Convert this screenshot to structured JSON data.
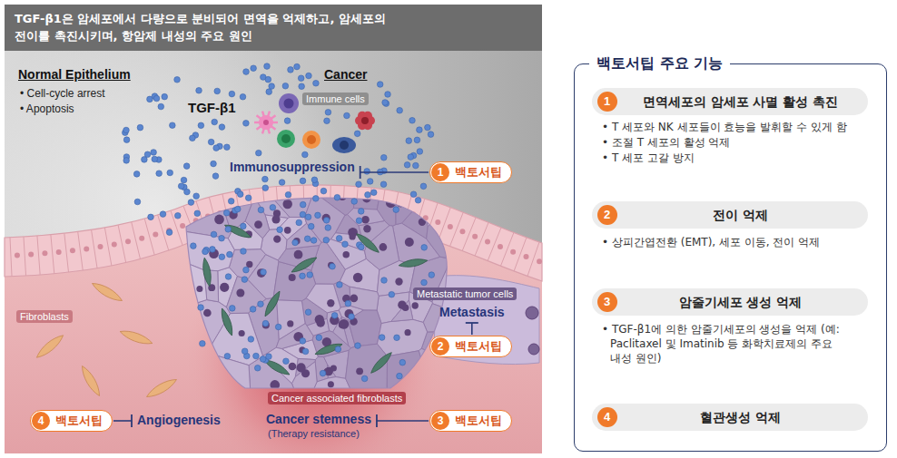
{
  "diagram": {
    "title": "TGF-β1은 암세포에서 다량으로 분비되어 면역을 억제하고, 암세포의 전이를 촉진시키며, 항암제 내성의 주요 원인",
    "nodes": [
      {
        "text": [
          "1",
          "백토서팁"
        ]
      },
      {
        "text": [
          "2",
          "백토서팁"
        ]
      },
      {
        "text": [
          "3",
          "백토서팁"
        ]
      },
      {
        "text": [
          "4",
          "백토서팁"
        ]
      },
      {
        "text": [
          "백토서팁 주요 기능"
        ]
      },
      {
        "text": [
          "1",
          "면역세포의 암세포 사멸 활성 촉진"
        ],
        "in": 4
      },
      {
        "text": [
          "2",
          "전이 억제"
        ],
        "in": 4
      },
      {
        "text": [
          "3",
          "암줄기세포 생성 억제"
        ],
        "in": 4
      },
      {
        "text": [
          "4",
          "혈관생성 억제"
        ],
        "in": 4
      }
    ],
    "labels": [
      "Normal Epithelium",
      "• Cell-cycle arrest",
      "• Apoptosis",
      "Cancer",
      "TGF-β1",
      "Immune cells",
      "Immunosuppression",
      "Metastatic tumor cells",
      "Metastasis",
      "Fibroblasts",
      "Cancer associated fibroblasts",
      "Angiogenesis",
      "Cancer stemness",
      "(Therapy resistance)",
      "• T 세포와 NK 세포들이 효능을 발휘할 수 있게 함",
      "• 조절 T 세포의 활성 억제",
      "• T 세포 고갈 방지",
      "• 상피간엽전환 (EMT), 세포 이동, 전이 억제",
      "• TGF-β1에 의한 암줄기세포의 생성을 억제 (예: Paclitaxel 및 Imatinib 등 화학치료제의 주요 내성 원인)"
    ]
  }
}
